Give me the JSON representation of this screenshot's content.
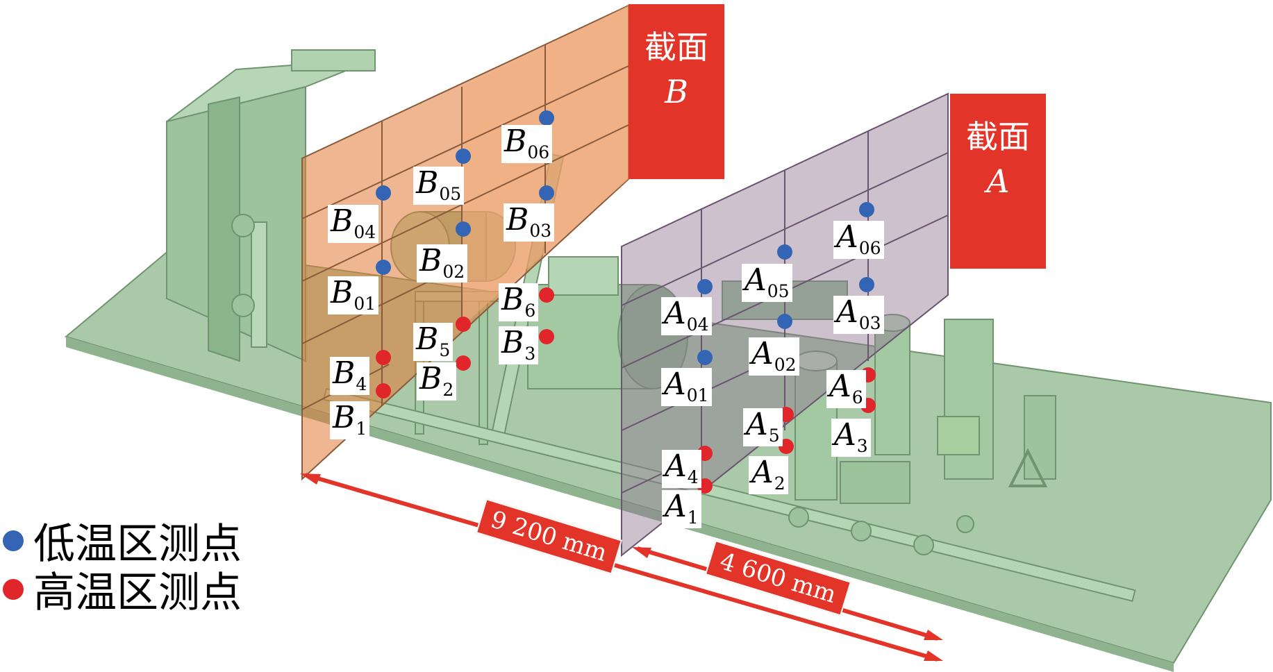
{
  "sections": [
    {
      "id": "B",
      "cn": "截面",
      "letter": "B"
    },
    {
      "id": "A",
      "cn": "截面",
      "letter": "A"
    }
  ],
  "dimensions": [
    {
      "id": "d1",
      "text": "9 200 mm"
    },
    {
      "id": "d2",
      "text": "4 600 mm"
    }
  ],
  "legend": [
    {
      "id": "low",
      "text": "低温区测点",
      "color": "#3465b4"
    },
    {
      "id": "high",
      "text": "高温区测点",
      "color": "#e0262a"
    }
  ],
  "points": [
    {
      "letter": "B",
      "sub": "06",
      "zone": "low"
    },
    {
      "letter": "B",
      "sub": "05",
      "zone": "low"
    },
    {
      "letter": "B",
      "sub": "04",
      "zone": "low"
    },
    {
      "letter": "B",
      "sub": "03",
      "zone": "low"
    },
    {
      "letter": "B",
      "sub": "02",
      "zone": "low"
    },
    {
      "letter": "B",
      "sub": "01",
      "zone": "low"
    },
    {
      "letter": "B",
      "sub": "6",
      "zone": "high"
    },
    {
      "letter": "B",
      "sub": "5",
      "zone": "high"
    },
    {
      "letter": "B",
      "sub": "3",
      "zone": "high"
    },
    {
      "letter": "B",
      "sub": "4",
      "zone": "high"
    },
    {
      "letter": "B",
      "sub": "2",
      "zone": "high"
    },
    {
      "letter": "B",
      "sub": "1",
      "zone": "high"
    },
    {
      "letter": "A",
      "sub": "06",
      "zone": "low"
    },
    {
      "letter": "A",
      "sub": "05",
      "zone": "low"
    },
    {
      "letter": "A",
      "sub": "04",
      "zone": "low"
    },
    {
      "letter": "A",
      "sub": "03",
      "zone": "low"
    },
    {
      "letter": "A",
      "sub": "02",
      "zone": "low"
    },
    {
      "letter": "A",
      "sub": "01",
      "zone": "low"
    },
    {
      "letter": "A",
      "sub": "6",
      "zone": "high"
    },
    {
      "letter": "A",
      "sub": "5",
      "zone": "high"
    },
    {
      "letter": "A",
      "sub": "3",
      "zone": "high"
    },
    {
      "letter": "A",
      "sub": "4",
      "zone": "high"
    },
    {
      "letter": "A",
      "sub": "2",
      "zone": "high"
    },
    {
      "letter": "A",
      "sub": "1",
      "zone": "high"
    }
  ],
  "colors": {
    "ground": "#a9c9a8",
    "ground_dark": "#93b592",
    "equipment": "#a3c9a2",
    "equipment_dark": "#85ad86",
    "section_b_fill": "#d8702f",
    "section_b_light": "#f0a06a",
    "section_a_fill": "#8a6f8a",
    "accent_red": "#e23428",
    "low_point": "#3465b4",
    "high_point": "#e0262a"
  }
}
